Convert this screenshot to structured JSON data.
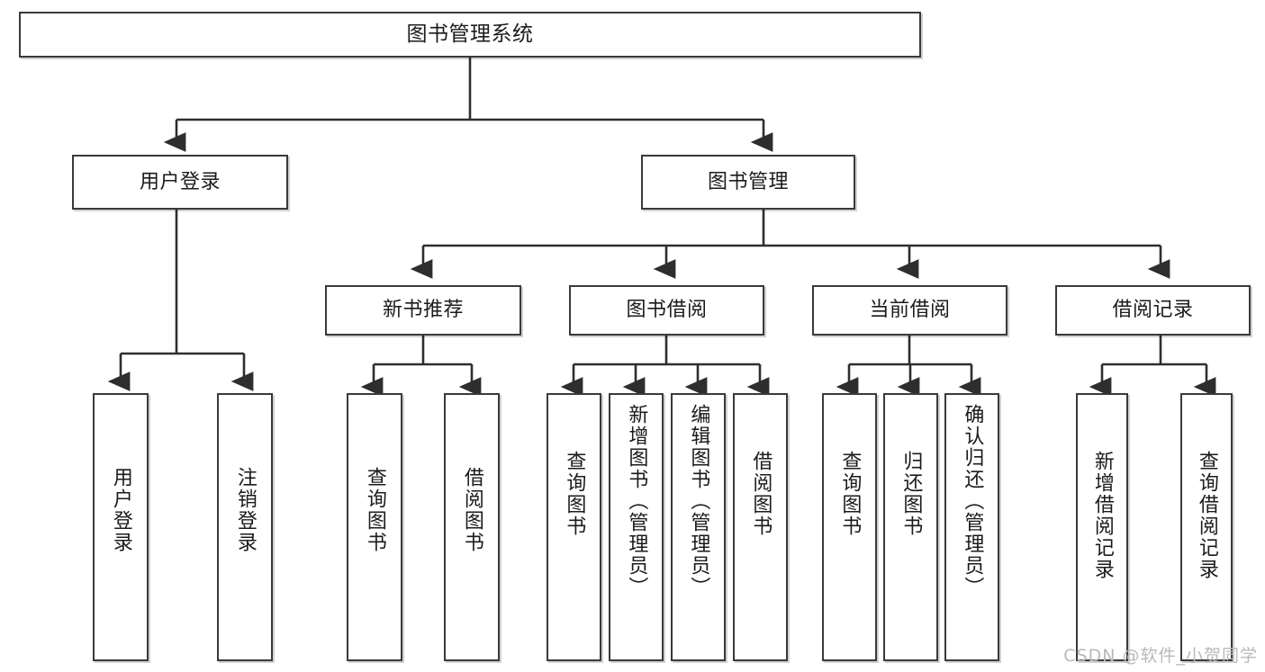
{
  "diagram": {
    "title": "图书管理系统",
    "type": "tree-hierarchy-chart",
    "watermark": "CSDN @软件_小贺同学",
    "colors": {
      "box_border": "#3a3a3a",
      "box_fill": "#ffffff",
      "edge": "#2e2e2e",
      "text": "#1b1b1b",
      "watermark": "#b9b9b9",
      "background": "#ffffff"
    }
  },
  "nodes": {
    "root": {
      "label": "图书管理系统"
    },
    "level1": [
      {
        "id": "user-login",
        "label": "用户登录"
      },
      {
        "id": "book-manage",
        "label": "图书管理"
      }
    ],
    "level2": [
      {
        "id": "new-book-recommend",
        "label": "新书推荐"
      },
      {
        "id": "book-borrow",
        "label": "图书借阅"
      },
      {
        "id": "current-borrow",
        "label": "当前借阅"
      },
      {
        "id": "borrow-record",
        "label": "借阅记录"
      }
    ],
    "leaves": {
      "user_login": [
        {
          "id": "leaf-user-login",
          "label": "用户登录"
        },
        {
          "id": "leaf-logout-login",
          "label": "注销登录"
        }
      ],
      "new_book_recommend": [
        {
          "id": "leaf-query-book-1",
          "label": "查询图书"
        },
        {
          "id": "leaf-borrow-book-1",
          "label": "借阅图书"
        }
      ],
      "book_borrow": [
        {
          "id": "leaf-query-book-2",
          "label": "查询图书"
        },
        {
          "id": "leaf-add-book-admin",
          "label": "新增图书（管理员）"
        },
        {
          "id": "leaf-edit-book-admin",
          "label": "编辑图书（管理员）"
        },
        {
          "id": "leaf-borrow-book-2",
          "label": "借阅图书"
        }
      ],
      "current_borrow": [
        {
          "id": "leaf-query-book-3",
          "label": "查询图书"
        },
        {
          "id": "leaf-return-book",
          "label": "归还图书"
        },
        {
          "id": "leaf-confirm-return-admin",
          "label": "确认归还（管理员）"
        }
      ],
      "borrow_record": [
        {
          "id": "leaf-add-borrow-record",
          "label": "新增借阅记录"
        },
        {
          "id": "leaf-query-borrow-record",
          "label": "查询借阅记录"
        }
      ]
    }
  }
}
